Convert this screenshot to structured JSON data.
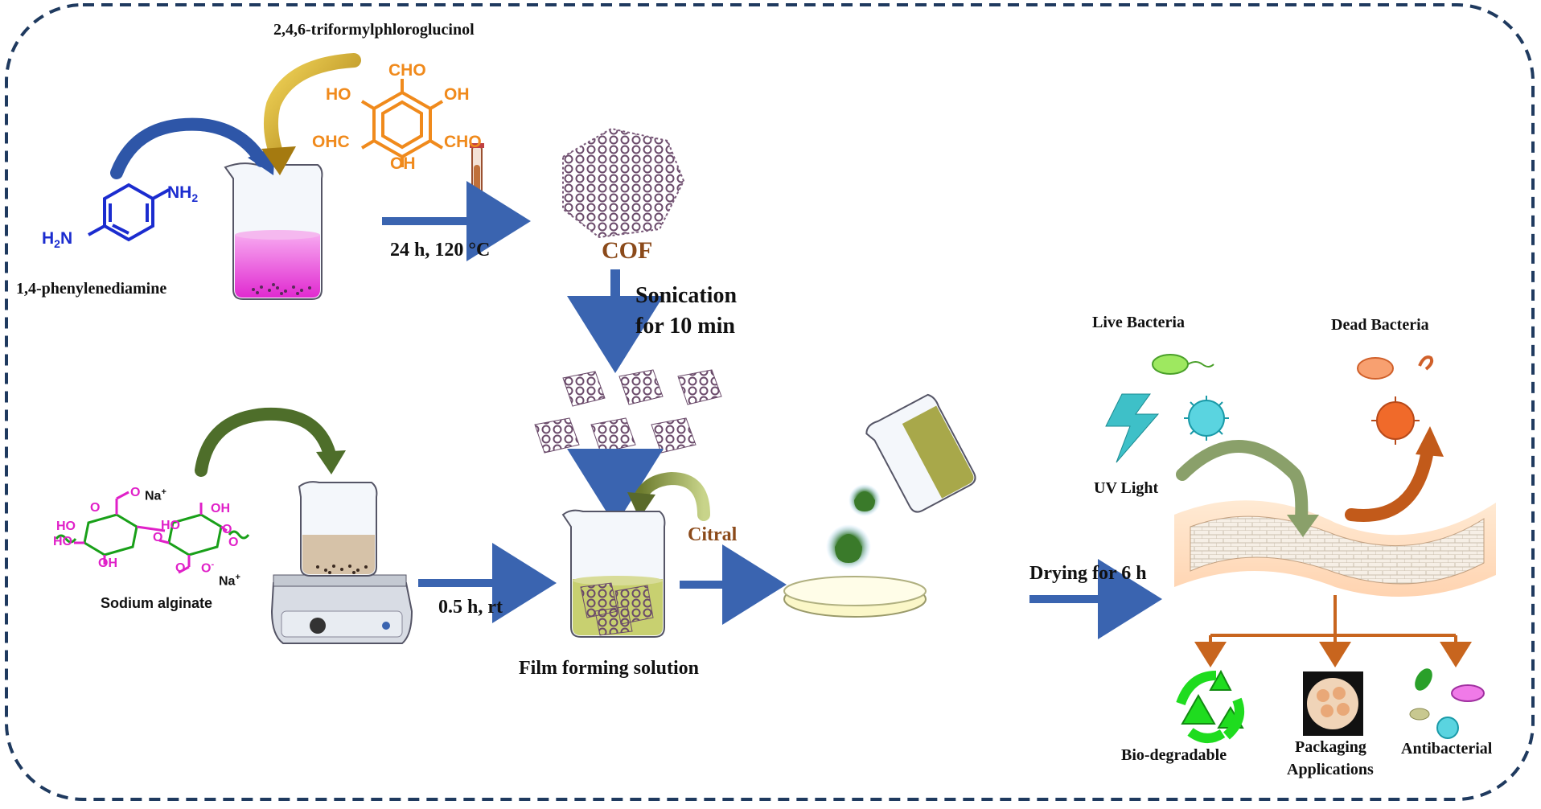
{
  "reagents": {
    "aldehyde_name": "2,4,6-triformylphloroglucinol",
    "amine_name": "1,4-phenylenediamine",
    "alginate_name": "Sodium alginate"
  },
  "molecule_labels": {
    "cho_top": "CHO",
    "oh_left": "HO",
    "oh_right": "OH",
    "ohc_left": "OHC",
    "cho_right": "CHO",
    "oh_bottom": "OH",
    "nh2_top": "NH",
    "nh2_sub": "2",
    "h2n_left": "H",
    "h2n_sub": "2",
    "h2n_n": "N",
    "alg_o1": "O",
    "alg_na1": "Na",
    "alg_plus1": "+",
    "alg_ho1": "HO",
    "alg_ho2": "HO",
    "alg_oh1": "OH",
    "alg_o_bridge": "O",
    "alg_oh2": "OH",
    "alg_ho3": "HO",
    "alg_o2": "O",
    "alg_o3": "O",
    "alg_o4": "O",
    "alg_minus": "-",
    "alg_na2": "Na",
    "alg_plus2": "+",
    "alg_o_ring1": "O",
    "alg_o_ring2": "O"
  },
  "steps": {
    "condition_1": "24 h, 120 °C",
    "cof_label": "COF",
    "sonication_1": "Sonication",
    "sonication_2": "for 10 min",
    "condition_2": "0.5 h, rt",
    "citral": "Citral",
    "film_solution": "Film forming solution",
    "drying": "Drying for 6 h"
  },
  "properties": {
    "live": "Live Bacteria",
    "dead": "Dead Bacteria",
    "uv": "UV Light",
    "biodegradable": "Bio-degradable",
    "packaging_1": "Packaging",
    "packaging_2": "Applications",
    "antibacterial": "Antibacterial"
  },
  "colors": {
    "border": "#1f3a5f",
    "arrow_blue": "#3a64b0",
    "aldehyde": "#f08a1c",
    "amine": "#1b2ccf",
    "alginate_magenta": "#e020c8",
    "alginate_green": "#19a019",
    "cof_brown": "#8b4a1a",
    "citral_brown": "#8b4a1a",
    "branch_orange": "#c8651e",
    "recycle_green": "#1fdc1f"
  }
}
